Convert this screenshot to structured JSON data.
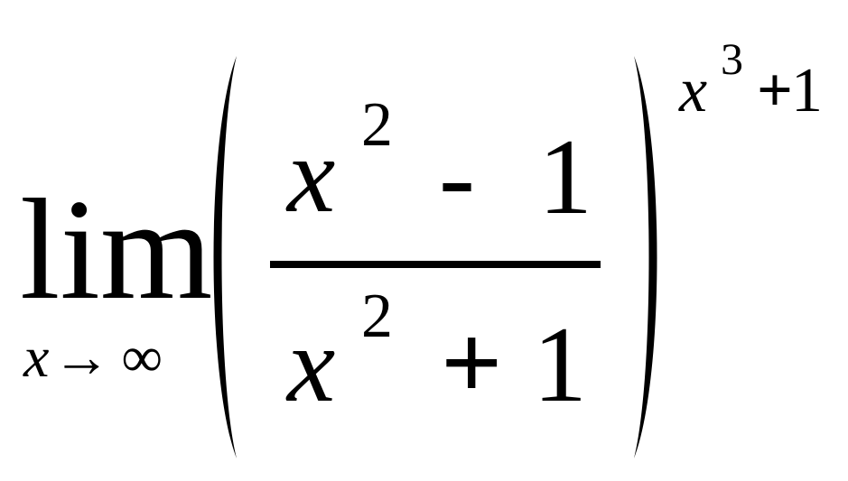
{
  "limit": {
    "operator": "lim",
    "variable": "x",
    "arrow": "→",
    "target": "∞"
  },
  "fraction": {
    "numerator": {
      "variable": "x",
      "exponent": "2",
      "operator": "-",
      "constant": "1"
    },
    "denominator": {
      "variable": "x",
      "exponent": "2",
      "operator": "+",
      "constant": "1"
    }
  },
  "power": {
    "variable": "x",
    "exponent": "3",
    "operator": "+",
    "constant": "1"
  }
}
